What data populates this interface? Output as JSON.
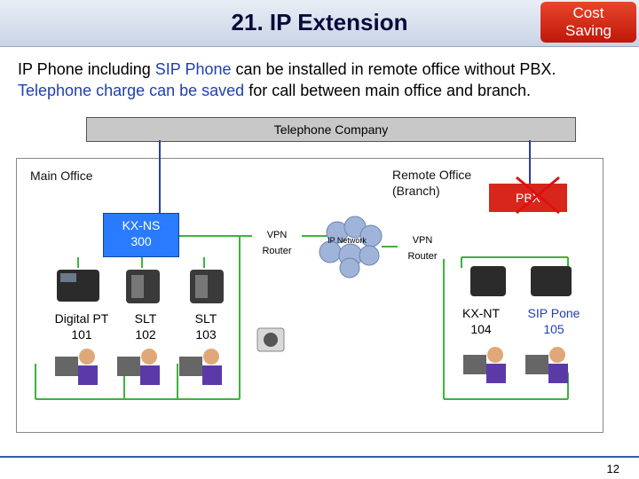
{
  "header": {
    "title": "21. IP Extension",
    "badge": "Cost\nSaving"
  },
  "intro": {
    "line1_a": "IP Phone including ",
    "line1_b": "SIP Phone",
    "line1_c": " can be installed in remote office without PBX.",
    "line2_a": "Telephone charge can be saved",
    "line2_b": " for call between main office and branch."
  },
  "telephone_company": "Telephone Company",
  "main_office": "Main Office",
  "remote_office": "Remote Office\n(Branch)",
  "kxns": "KX-NS\n300",
  "vpn_left": "VPN\nRouter",
  "vpn_right": "VPN\nRouter",
  "ip_network": "IP Network",
  "pbx": "PBX",
  "devices": {
    "digital_pt": "Digital PT\n101",
    "slt_102": "SLT\n102",
    "slt_103": "SLT\n103",
    "kxnt": "KX-NT\n104",
    "sip": "SIP Pone\n105"
  },
  "page_number": "12",
  "colors": {
    "accent": "#2a7bff",
    "line_green": "#3fb23f",
    "line_blue": "#2a3ea8",
    "badge": "#d9261c"
  }
}
